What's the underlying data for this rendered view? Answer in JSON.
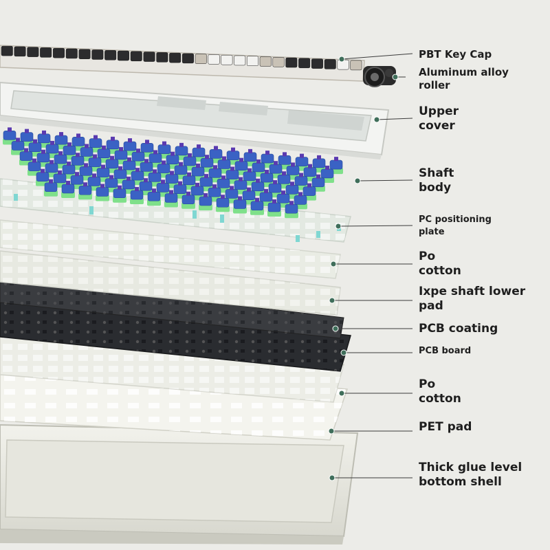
{
  "diagram": {
    "layers": [
      {
        "key": "keycap",
        "label": "PBT Key Cap"
      },
      {
        "key": "roller",
        "label": "Aluminum alloy\nroller"
      },
      {
        "key": "upper_cover",
        "label": "Upper\ncover"
      },
      {
        "key": "shaft",
        "label": "Shaft\nbody"
      },
      {
        "key": "pc_plate",
        "label": "PC positioning\nplate"
      },
      {
        "key": "po_cotton_1",
        "label": "Po\ncotton"
      },
      {
        "key": "ixpe",
        "label": "Ixpe shaft lower\npad"
      },
      {
        "key": "pcb_coating",
        "label": "PCB coating"
      },
      {
        "key": "pcb_board",
        "label": "PCB board"
      },
      {
        "key": "po_cotton_2",
        "label": "Po\ncotton"
      },
      {
        "key": "pet_pad",
        "label": "PET pad"
      },
      {
        "key": "bottom_shell",
        "label": "Thick glue level\nbottom shell"
      }
    ]
  },
  "colors": {
    "background": "#ecece8",
    "leader": "#3a3a3a",
    "dot": "#3f6e5a",
    "switch_top": "#3a62c4",
    "switch_base": "#7fe08a",
    "pcb": "#2a2c30",
    "keycap_dark": "#2c2c2e",
    "keycap_light": "#f2f2f0",
    "keycap_gray": "#c9c2b6",
    "frame": "#f3f4f2"
  }
}
